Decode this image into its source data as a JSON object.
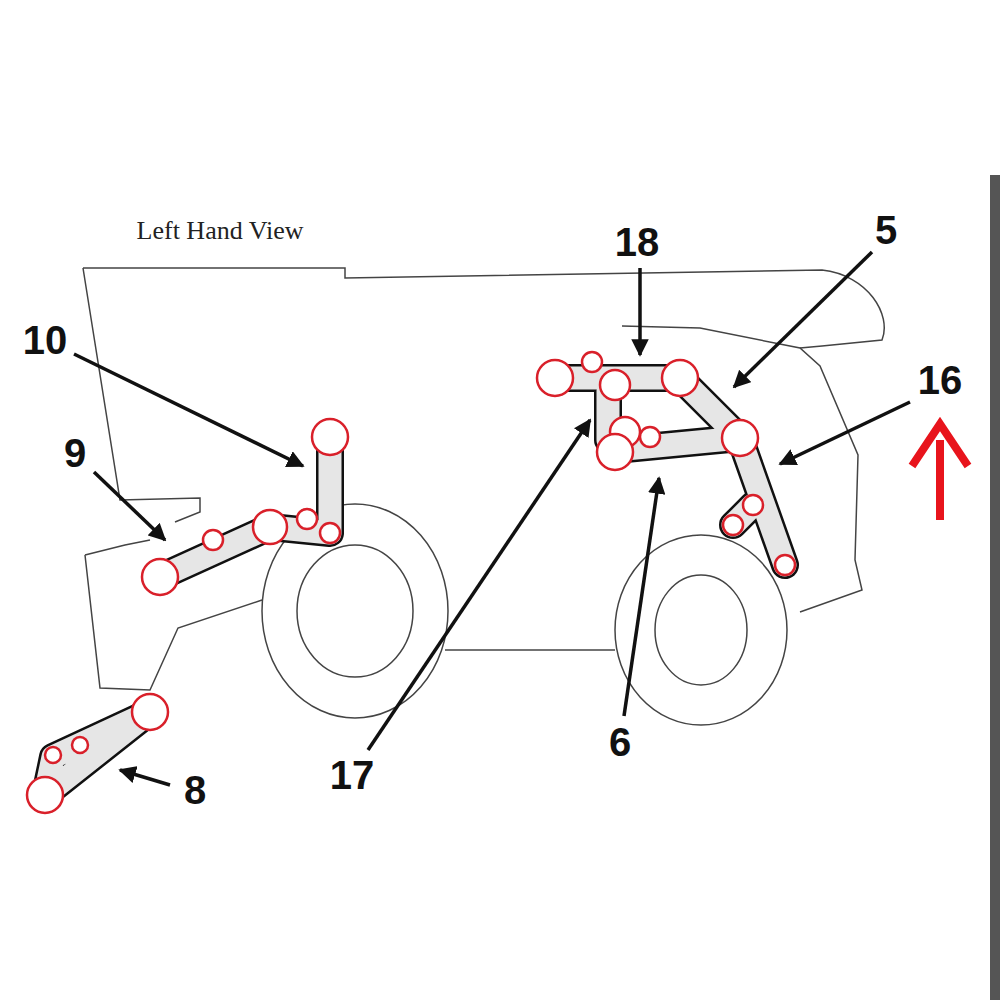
{
  "diagram": {
    "title": "Left Hand View",
    "labels": [
      "10",
      "9",
      "8",
      "18",
      "5",
      "16",
      "17",
      "6"
    ]
  }
}
